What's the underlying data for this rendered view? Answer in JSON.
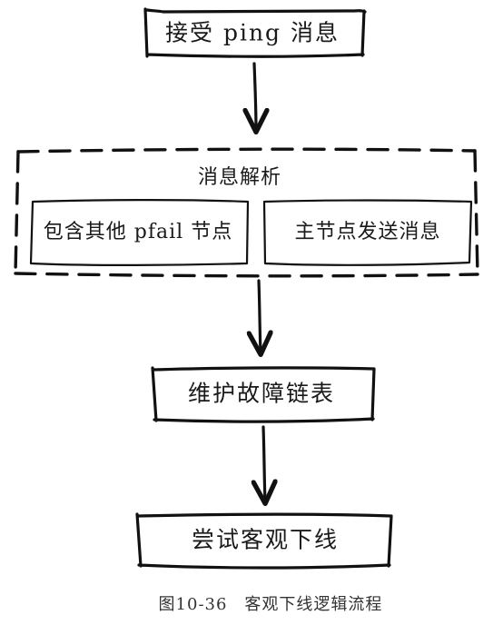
{
  "diagram": {
    "nodes": {
      "receive": "接受 ping 消息",
      "parse": "消息解析",
      "pfail": "包含其他 pfail 节点",
      "master": "主节点发送消息",
      "maintain": "维护故障链表",
      "offline": "尝试客观下线"
    },
    "caption": "图10-36　客观下线逻辑流程"
  }
}
